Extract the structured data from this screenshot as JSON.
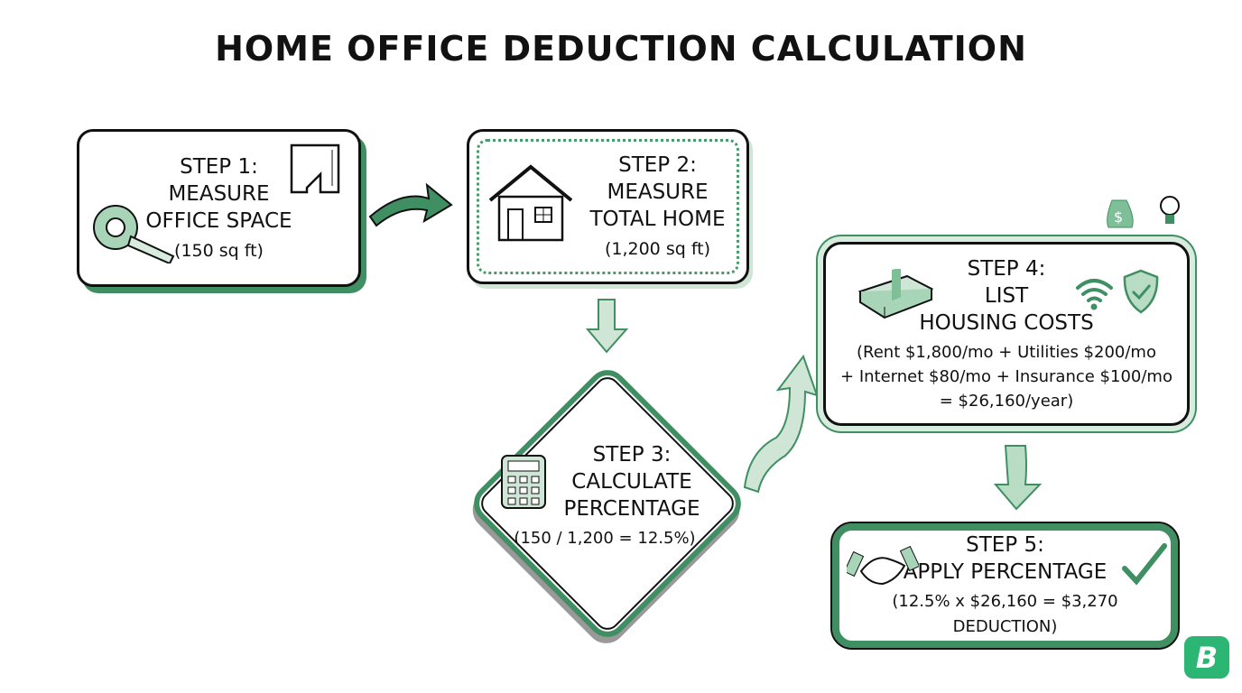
{
  "title": "HOME OFFICE DEDUCTION CALCULATION",
  "steps": [
    {
      "label": [
        "STEP 1:",
        "MEASURE",
        "OFFICE SPACE"
      ],
      "detail": "(150 sq ft)",
      "icons": [
        "tape-measure-icon",
        "floor-plan-icon"
      ]
    },
    {
      "label": [
        "STEP 2:",
        "MEASURE",
        "TOTAL HOME"
      ],
      "detail": "(1,200 sq ft)",
      "icons": [
        "house-icon"
      ]
    },
    {
      "label": [
        "STEP 3:",
        "CALCULATE",
        "PERCENTAGE"
      ],
      "detail": "(150 / 1,200 = 12.5%)",
      "icons": [
        "calculator-icon"
      ]
    },
    {
      "label": [
        "STEP 4:",
        "LIST",
        "HOUSING COSTS"
      ],
      "detail": [
        "(Rent $1,800/mo + Utilities $200/mo",
        "+ Internet $80/mo + Insurance $100/mo",
        "= $26,160/year)"
      ],
      "icons": [
        "money-stack-icon",
        "wifi-icon",
        "shield-check-icon"
      ]
    },
    {
      "label": [
        "STEP 5:",
        "APPLY PERCENTAGE"
      ],
      "detail": "(12.5% x $26,160 = $3,270 DEDUCTION)",
      "icons": [
        "handshake-icon",
        "checkmark-icon"
      ]
    }
  ],
  "logo": "B",
  "colors": {
    "accent": "#3f8f62",
    "light": "#cfe6d6",
    "logo": "#2bb673"
  }
}
